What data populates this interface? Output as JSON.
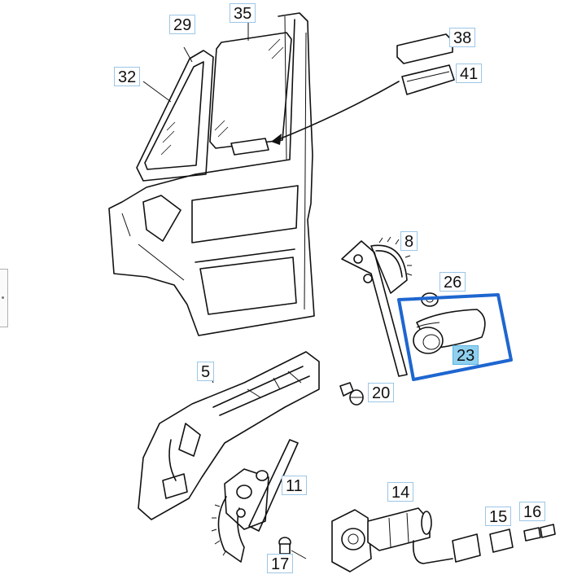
{
  "callouts": {
    "p29": "29",
    "p35": "35",
    "p38": "38",
    "p41": "41",
    "p32": "32",
    "p8": "8",
    "p26": "26",
    "p23": "23",
    "p5": "5",
    "p20": "20",
    "p11": "11",
    "p14": "14",
    "p15": "15",
    "p16": "16",
    "p17": "17"
  },
  "highlight": {
    "part": "23",
    "box_color": "#1e66d0",
    "label_color": "#8fd0f0"
  }
}
